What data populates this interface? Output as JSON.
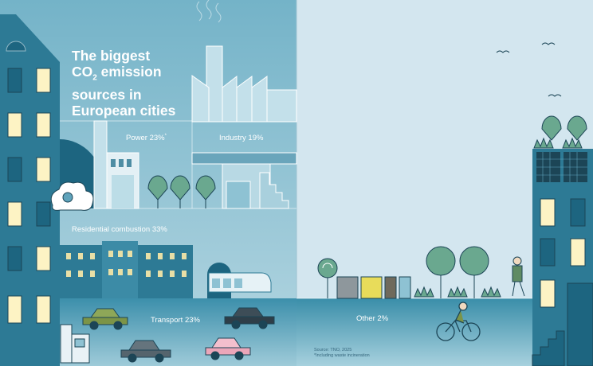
{
  "title": {
    "line1": "The biggest",
    "line2_pre": "CO",
    "line2_sub": "2",
    "line2_post": " emission",
    "line3": "sources in",
    "line4": "European cities"
  },
  "categories": [
    {
      "key": "power",
      "label": "Power 23%",
      "footnote_marker": "*"
    },
    {
      "key": "industry",
      "label": "Industry 19%"
    },
    {
      "key": "residential",
      "label": "Residential combustion 33%"
    },
    {
      "key": "transport",
      "label": "Transport 23%"
    },
    {
      "key": "other",
      "label": "Other 2%"
    }
  ],
  "source": {
    "line1": "Source: TNO, 2025",
    "line2": "*Including waste incineration"
  },
  "colors": {
    "sky": "#d3e6ef",
    "deep": "#2d7a95",
    "mid": "#5fa3bb",
    "light": "#9fc9d8",
    "outline": "#1c4556",
    "tree": "#6aa88f"
  }
}
